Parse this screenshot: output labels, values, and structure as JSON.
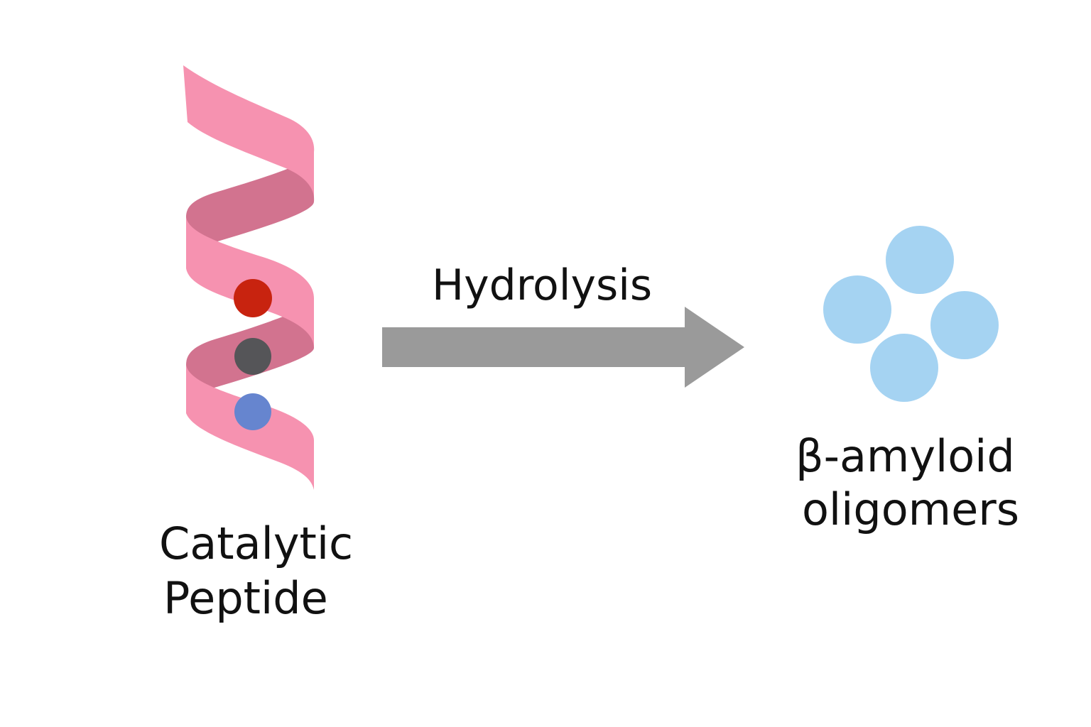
{
  "reactant": {
    "label_line1": "Catalytic",
    "label_line2": "Peptide",
    "ribbon_front_color": "#F692B0",
    "ribbon_back_color": "#D2738F",
    "residue_colors": [
      "#C8230F",
      "#555558",
      "#6685CF"
    ]
  },
  "process": {
    "label": "Hydrolysis",
    "arrow_color": "#9A9A9A"
  },
  "product": {
    "label_line1": "β-amyloid",
    "label_line2": "oligomers",
    "particle_color": "#A5D3F2"
  }
}
